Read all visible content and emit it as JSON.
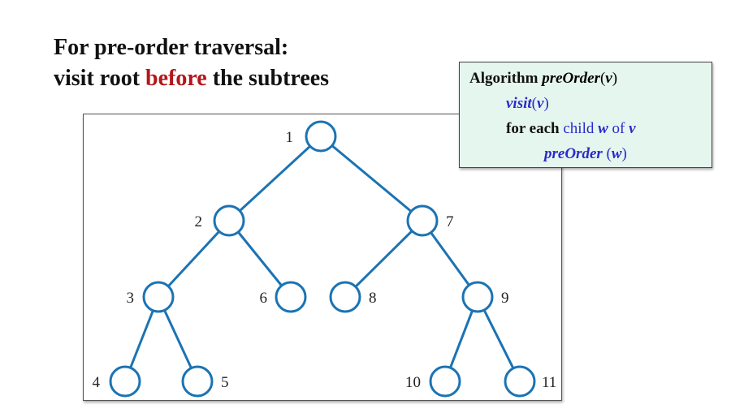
{
  "heading": {
    "line1": "For pre-order traversal:",
    "line2_before": "visit root ",
    "line2_accent": "before",
    "line2_after": " the subtrees",
    "accent_color": "#b3161b"
  },
  "algorithm": {
    "line1_keyword": "Algorithm ",
    "line1_name": "preOrder",
    "line1_open": "(",
    "line1_arg": "v",
    "line1_close": ")",
    "line2_name": "visit",
    "line2_open": "(",
    "line2_arg": "v",
    "line2_close": ")",
    "line3_for": "for each ",
    "line3_child": "child ",
    "line3_w": "w",
    "line3_of": " of ",
    "line3_v": "v",
    "line4_name": "preOrder",
    "line4_open": " (",
    "line4_arg": "w",
    "line4_close": ")",
    "background_color": "#e4f6ee",
    "text_color": "#2a2acc"
  },
  "tree": {
    "edge_color": "#1b73b3",
    "nodes": [
      {
        "id": "1",
        "label": "1"
      },
      {
        "id": "2",
        "label": "2"
      },
      {
        "id": "3",
        "label": "3"
      },
      {
        "id": "4",
        "label": "4"
      },
      {
        "id": "5",
        "label": "5"
      },
      {
        "id": "6",
        "label": "6"
      },
      {
        "id": "7",
        "label": "7"
      },
      {
        "id": "8",
        "label": "8"
      },
      {
        "id": "9",
        "label": "9"
      },
      {
        "id": "10",
        "label": "10"
      },
      {
        "id": "11",
        "label": "11"
      }
    ],
    "edges": [
      [
        "1",
        "2"
      ],
      [
        "1",
        "7"
      ],
      [
        "2",
        "3"
      ],
      [
        "2",
        "6"
      ],
      [
        "3",
        "4"
      ],
      [
        "3",
        "5"
      ],
      [
        "7",
        "8"
      ],
      [
        "7",
        "9"
      ],
      [
        "9",
        "10"
      ],
      [
        "9",
        "11"
      ]
    ]
  }
}
